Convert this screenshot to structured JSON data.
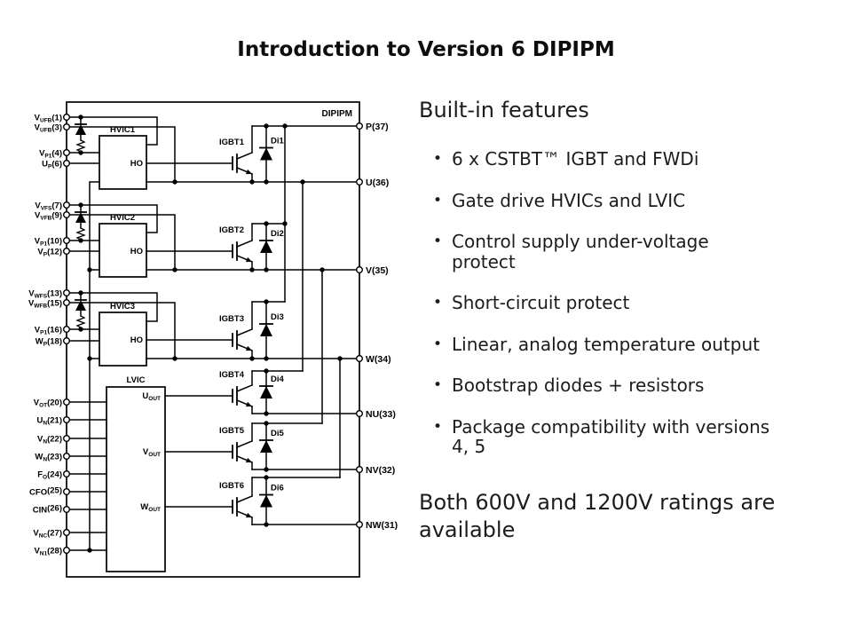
{
  "title": "Introduction to Version 6 DIPIPM",
  "features": {
    "heading": "Built-in features",
    "bullet_char": "•",
    "items": [
      "6 x CSTBT™ IGBT and FWDi",
      "Gate drive HVICs and LVIC",
      "Control supply under-voltage\nprotect",
      "Short-circuit protect",
      "Linear, analog temperature output",
      "Bootstrap diodes + resistors",
      "Package compatibility with versions\n4, 5"
    ],
    "footer": "Both 600V and 1200V ratings are\navailable"
  },
  "diagram": {
    "module_label": "DIPIPM",
    "left_pins": [
      {
        "base": "V",
        "sub": "UFB",
        "num": "(1)"
      },
      {
        "base": "V",
        "sub": "UFB",
        "num": "(3)"
      },
      {
        "base": "V",
        "sub": "P1",
        "num": "(4)"
      },
      {
        "base": "U",
        "sub": "P",
        "num": "(6)"
      },
      {
        "base": "V",
        "sub": "VFS",
        "num": "(7)"
      },
      {
        "base": "V",
        "sub": "VFB",
        "num": "(9)"
      },
      {
        "base": "V",
        "sub": "P1",
        "num": "(10)"
      },
      {
        "base": "V",
        "sub": "P",
        "num": "(12)"
      },
      {
        "base": "V",
        "sub": "WFS",
        "num": "(13)"
      },
      {
        "base": "V",
        "sub": "WFB",
        "num": "(15)"
      },
      {
        "base": "V",
        "sub": "P1",
        "num": "(16)"
      },
      {
        "base": "W",
        "sub": "P",
        "num": "(18)"
      },
      {
        "base": "V",
        "sub": "OT",
        "num": "(20)"
      },
      {
        "base": "U",
        "sub": "N",
        "num": "(21)"
      },
      {
        "base": "V",
        "sub": "N",
        "num": "(22)"
      },
      {
        "base": "W",
        "sub": "N",
        "num": "(23)"
      },
      {
        "base": "F",
        "sub": "O",
        "num": "(24)"
      },
      {
        "base": "CFO",
        "sub": "",
        "num": "(25)"
      },
      {
        "base": "CIN",
        "sub": "",
        "num": "(26)"
      },
      {
        "base": "V",
        "sub": "NC",
        "num": "(27)"
      },
      {
        "base": "V",
        "sub": "N1",
        "num": "(28)"
      }
    ],
    "right_pins": [
      "P(37)",
      "U(36)",
      "V(35)",
      "W(34)",
      "NU(33)",
      "NV(32)",
      "NW(31)"
    ],
    "hvic": [
      {
        "name": "HVIC1",
        "out": "HO"
      },
      {
        "name": "HVIC2",
        "out": "HO"
      },
      {
        "name": "HVIC3",
        "out": "HO"
      }
    ],
    "lvic": {
      "name": "LVIC",
      "outputs": [
        {
          "base": "U",
          "sub": "OUT"
        },
        {
          "base": "V",
          "sub": "OUT"
        },
        {
          "base": "W",
          "sub": "OUT"
        }
      ]
    },
    "igbt_labels": [
      "IGBT1",
      "IGBT2",
      "IGBT3",
      "IGBT4",
      "IGBT5",
      "IGBT6"
    ],
    "diode_labels": [
      "Di1",
      "Di2",
      "Di3",
      "Di4",
      "Di5",
      "Di6"
    ]
  },
  "colors": {
    "line": "#000000",
    "text": "#1c1c1c",
    "background": "#ffffff"
  }
}
